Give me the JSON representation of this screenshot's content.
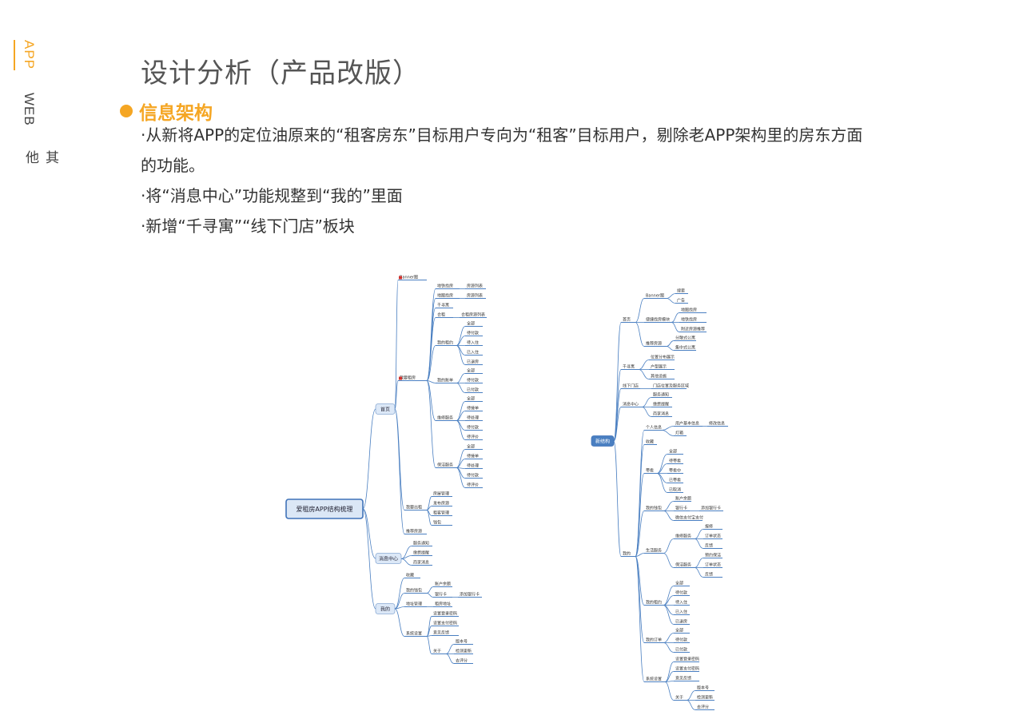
{
  "side_nav": {
    "app": "APP",
    "web": "WEB",
    "other": "其他"
  },
  "page_title": "设计分析（产品改版）",
  "section_title": "信息架构",
  "paragraphs": [
    "·从新将APP的定位油原来的“租客房东”目标用户专向为“租客”目标用户，剔除老APP架构里的房东方面的功能。",
    "·将“消息中心”功能规整到“我的”里面",
    "·新增“千寻寓”“线下门店”板块"
  ],
  "old_map": {
    "root": "爱租房APP结构梳理",
    "home": "首页",
    "banner": "Banner图",
    "map_search": "地铁找房",
    "map_find": "地图找房",
    "qianxun": "千寻寓",
    "hezu": "合租",
    "list_house": "房源列表",
    "list_house2": "房源列表",
    "hezu_list": "合租房源列表",
    "my_rent": "我要租房",
    "my_contract": "我的租约",
    "contract_items": [
      "全部",
      "待付款",
      "待入住",
      "已入住",
      "已退房"
    ],
    "my_bill": "我的账单",
    "bill_items": [
      "全部",
      "待付款",
      "已付款"
    ],
    "repair": "维修服务",
    "repair_items": [
      "全部",
      "待接单",
      "待处理",
      "待付款",
      "待评价"
    ],
    "clean": "保洁服务",
    "clean_items": [
      "全部",
      "待接单",
      "待处理",
      "待付款",
      "待评价"
    ],
    "rent_out": "我要出租",
    "rent_out_items": [
      "房屋管理",
      "发布房源",
      "租客管理",
      "钱包"
    ],
    "recommend": "推荐房源",
    "message": "消息中心",
    "message_items": [
      "服务通知",
      "缴费提醒",
      "商家消息"
    ],
    "mine": "我的",
    "fav": "收藏",
    "wallet": "我的钱包",
    "balance": "账户余额",
    "bank": "银行卡",
    "add_bank": "添加银行卡",
    "addr": "地址管理",
    "rent_addr": "租房地址",
    "settings": "系统设置",
    "settings_items": [
      "设置登录密码",
      "设置支付密码",
      "意见反馈"
    ],
    "about": "关于",
    "about_items": [
      "版本号",
      "检测更新",
      "去评分"
    ]
  },
  "new_map": {
    "root": "新结构",
    "home": "首页",
    "banner": "Banner图",
    "banner_items": [
      "搜索",
      "广告"
    ],
    "quick": "便捷找房模块",
    "quick_items": [
      "地图找房",
      "地铁找房",
      "附近房源推荐"
    ],
    "rec": "推荐房源",
    "rec_items": [
      "分散式公寓",
      "集中式公寓"
    ],
    "qianxun": "千寻寓",
    "qianxun_items": [
      "位置分布展示",
      "户型展示",
      "其他设施"
    ],
    "offline": "线下门店",
    "offline_item": "门店位置及服务区域",
    "message": "消息中心",
    "message_items": [
      "服务通知",
      "缴费提醒",
      "商家消息"
    ],
    "mine": "我的",
    "personal": "个人信息",
    "basic_info": "用户基本信息",
    "edit_info": "修改信息",
    "logout": "灯箱",
    "fav": "收藏",
    "viewing": "带看",
    "viewing_items": [
      "全部",
      "待带看",
      "带看中",
      "已带看",
      "已取消"
    ],
    "wallet": "我的钱包",
    "balance": "账户余额",
    "bank": "银行卡",
    "add_bank": "添加银行卡",
    "wechat": "微信支付宝支付",
    "life": "生活服务",
    "repair": "维修服务",
    "repair_items": [
      "报修",
      "订单状态",
      "反馈"
    ],
    "clean": "保洁服务",
    "clean_items": [
      "预约保洁",
      "订单状态",
      "反馈"
    ],
    "contract": "我的租约",
    "contract_items": [
      "全部",
      "待付款",
      "待入住",
      "已入住",
      "已退房"
    ],
    "bill": "我的订单",
    "bill_items": [
      "全部",
      "待付款",
      "已付款"
    ],
    "settings": "系统设置",
    "settings_items": [
      "设置登录密码",
      "设置支付密码",
      "意见反馈"
    ],
    "about": "关于",
    "about_items": [
      "版本号",
      "检测更新",
      "去评分"
    ]
  }
}
